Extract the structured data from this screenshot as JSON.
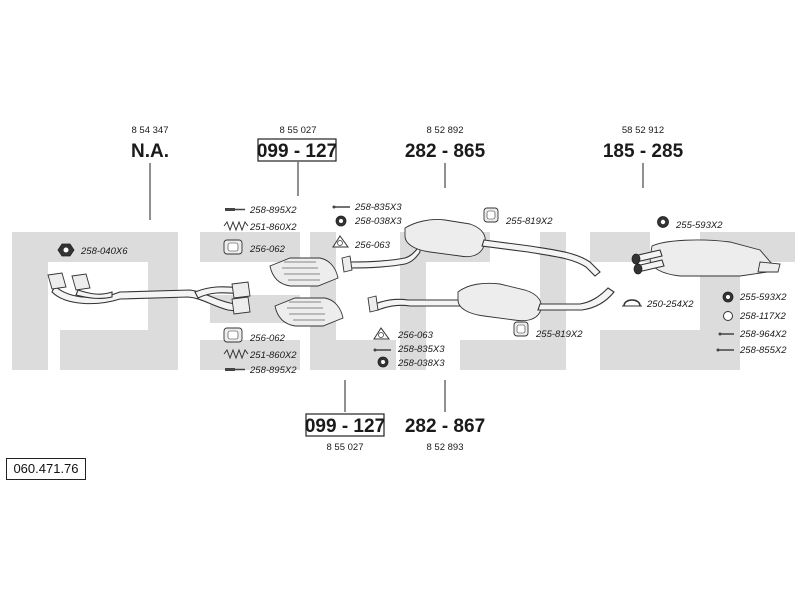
{
  "diagram_ref": "060.471.76",
  "groups": {
    "g1": {
      "part_no": "8 54 347",
      "label": "N.A."
    },
    "g2": {
      "part_no": "8 55 027",
      "label": "099 - 127"
    },
    "g3": {
      "part_no": "8 52 892",
      "label": "282 - 865"
    },
    "g4": {
      "part_no": "58 52 912",
      "label": "185 - 285"
    },
    "g5": {
      "part_no": "8 55 027",
      "label": "099 - 127"
    },
    "g6": {
      "part_no": "8 52 893",
      "label": "282 - 867"
    }
  },
  "callouts": {
    "c1": "258-040X6",
    "c2": "258-895X2",
    "c3": "251-860X2",
    "c4": "256-062",
    "c5": "256-062",
    "c6": "251-860X2",
    "c7": "258-895X2",
    "c8": "258-835X3",
    "c9": "258-038X3",
    "c10": "256-063",
    "c11": "255-819X2",
    "c12": "256-063",
    "c13": "258-835X3",
    "c14": "258-038X3",
    "c15": "255-819X2",
    "c16": "255-593X2",
    "c17": "250-254X2",
    "c18": "255-593X2",
    "c19": "258-117X2",
    "c20": "258-964X2",
    "c21": "258-855X2"
  },
  "colors": {
    "watermark": "#d9d9d9",
    "line": "#222222"
  }
}
